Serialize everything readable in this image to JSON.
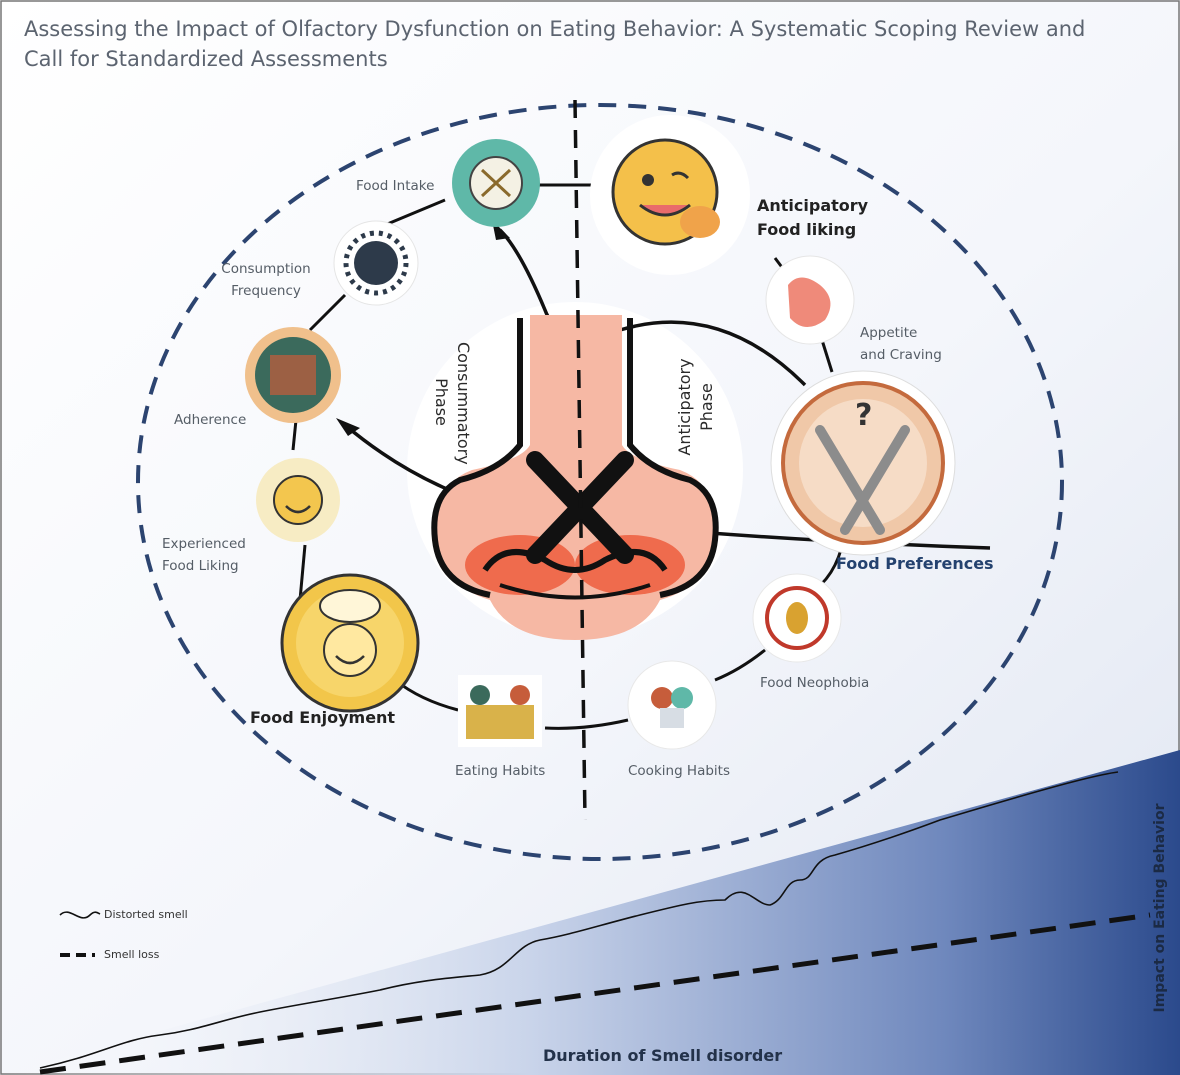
{
  "title_lines": [
    "Assessing the Impact of Olfactory Dysfunction on Eating Behavior: A Systematic Scoping Review and",
    "Call for Standardized Assessments"
  ],
  "phases": {
    "consummatory": [
      "Consummatory",
      "Phase"
    ],
    "anticipatory": [
      "Anticipatory",
      "Phase"
    ]
  },
  "nodes": {
    "food_intake": "Food Intake",
    "consumption_frequency": [
      "Consumption",
      "Frequency"
    ],
    "adherence": "Adherence",
    "experienced_food_liking": [
      "Experienced",
      "Food Liking"
    ],
    "food_enjoyment": "Food Enjoyment",
    "eating_habits": "Eating Habits",
    "cooking_habits": "Cooking Habits",
    "food_neophobia": "Food Neophobia",
    "food_preferences": "Food Preferences",
    "appetite_and_craving": [
      "Appetite",
      "and Craving"
    ],
    "anticipatory_food_liking": [
      "Anticipatory",
      "Food liking"
    ]
  },
  "legend": {
    "distorted_smell": "Distorted smell",
    "smell_loss": "Smell loss"
  },
  "axes": {
    "x_label": "Duration of Smell disorder",
    "y_label": "Impact on Eating Behavior"
  },
  "colors": {
    "dashed_circle": "#2c4470",
    "nose_skin": "#f6b8a4",
    "nostril_red": "#ef6b4d",
    "teal_ring": "#5fb8a8",
    "gold": "#f2c64a",
    "blue_gradient_dark": "#2b4a8c"
  },
  "icons": [
    "food-intake-icon",
    "consumption-frequency-icon",
    "adherence-icon",
    "experienced-food-liking-icon",
    "food-enjoyment-icon",
    "eating-habits-icon",
    "cooking-habits-icon",
    "food-neophobia-icon",
    "food-preferences-icon",
    "appetite-craving-icon",
    "anticipatory-food-liking-icon",
    "nose-icon",
    "cross-icon"
  ]
}
